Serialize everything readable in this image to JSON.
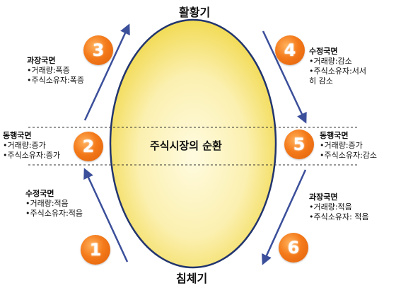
{
  "diagram": {
    "top_label": "활황기",
    "bottom_label": "침체기",
    "center_label": "주식시장의 순환",
    "colors": {
      "arrow": "#3b4f9a",
      "ellipse_stroke": "#22356e",
      "ellipse_fill_center": "#fffbe0",
      "ellipse_fill_edge": "#f3dd59",
      "badge": "#f47a1a",
      "dashed_line": "#333333"
    },
    "phases": [
      {
        "number": "1",
        "title": "수정국면",
        "volume": "•거래량:적음",
        "holders": "•주식소유자:적음"
      },
      {
        "number": "2",
        "title": "동행국면",
        "volume": "•거래량:증가",
        "holders": "•주식소유자:증가"
      },
      {
        "number": "3",
        "title": "과장국면",
        "volume": "•거래량:폭증",
        "holders": "•주식소유자:폭증"
      },
      {
        "number": "4",
        "title": "수정국면",
        "volume": "•거래량:감소",
        "holders": "•주식소유자:서서",
        "holders_cont": "히 감소"
      },
      {
        "number": "5",
        "title": "동행국면",
        "volume": "•거래량:증가",
        "holders": "•주식소유자:감소"
      },
      {
        "number": "6",
        "title": "과장국면",
        "volume": "•거래량:적음",
        "holders": "•주식소유자: 적음"
      }
    ]
  }
}
